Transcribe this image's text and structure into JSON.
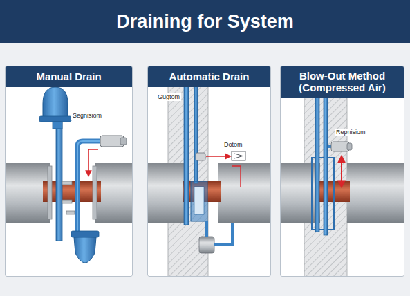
{
  "diagram": {
    "title": "Draining for System",
    "nodes": [
      {
        "text": [
          "Manual Drain"
        ]
      },
      {
        "text": [
          "Automatic Drain"
        ]
      },
      {
        "text": [
          "Blow-Out Method (Compressed Air)"
        ]
      }
    ],
    "labels": [
      "Segnisiom",
      "Gugtom",
      "Dotom",
      "Repnisiom"
    ]
  }
}
